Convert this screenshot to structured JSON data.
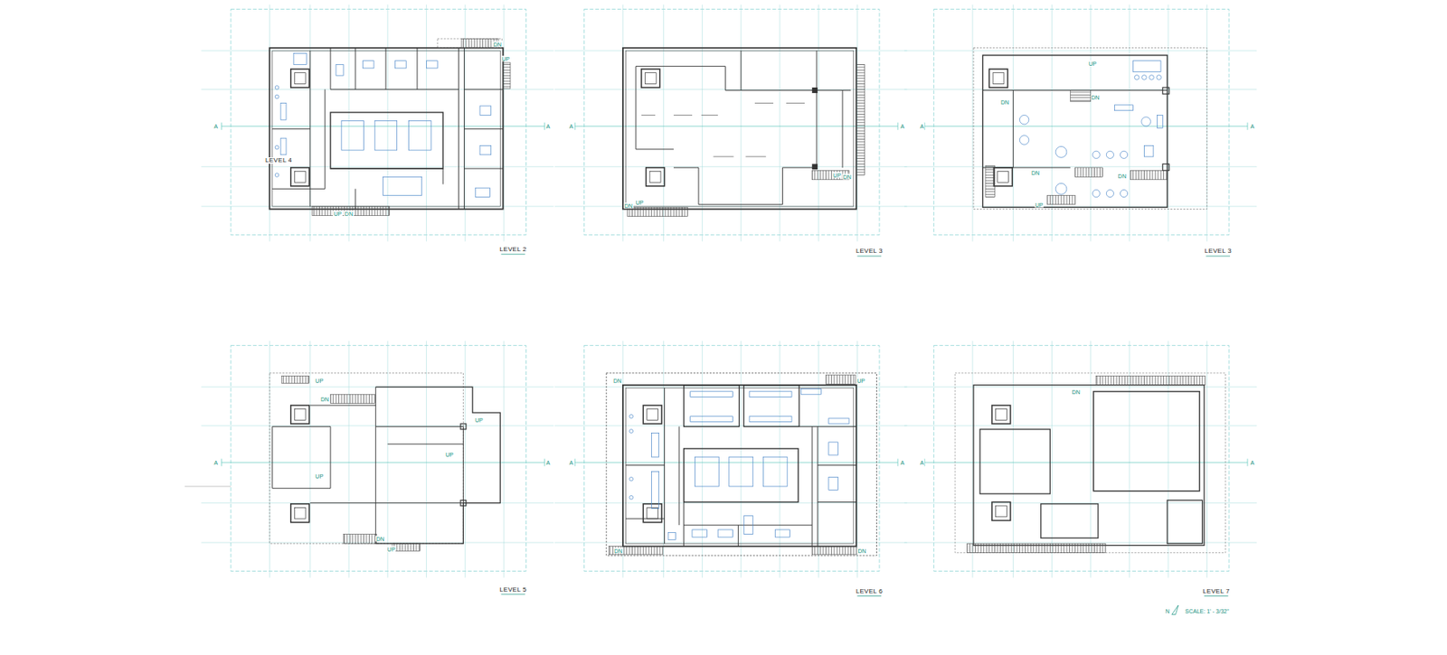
{
  "diagram": {
    "labels": [
      "LEVEL 4",
      "UP",
      "DN",
      "DN",
      "UP",
      "A",
      "A",
      "LEVEL 2",
      "A",
      "A",
      "UP",
      "DN",
      "UP",
      "DN",
      "LEVEL 3",
      "A",
      "A",
      "UP",
      "DN",
      "DN",
      "DN",
      "DN",
      "UP",
      "LEVEL 3",
      "UP",
      "DN",
      "UP",
      "UP",
      "UP",
      "DN",
      "UP",
      "A",
      "A",
      "LEVEL 5",
      "DN",
      "UP",
      "DN",
      "DN",
      "A",
      "A",
      "LEVEL 6",
      "DN",
      "A",
      "A",
      "LEVEL 7",
      "N",
      "SCALE: 1' - 3/32\""
    ]
  }
}
